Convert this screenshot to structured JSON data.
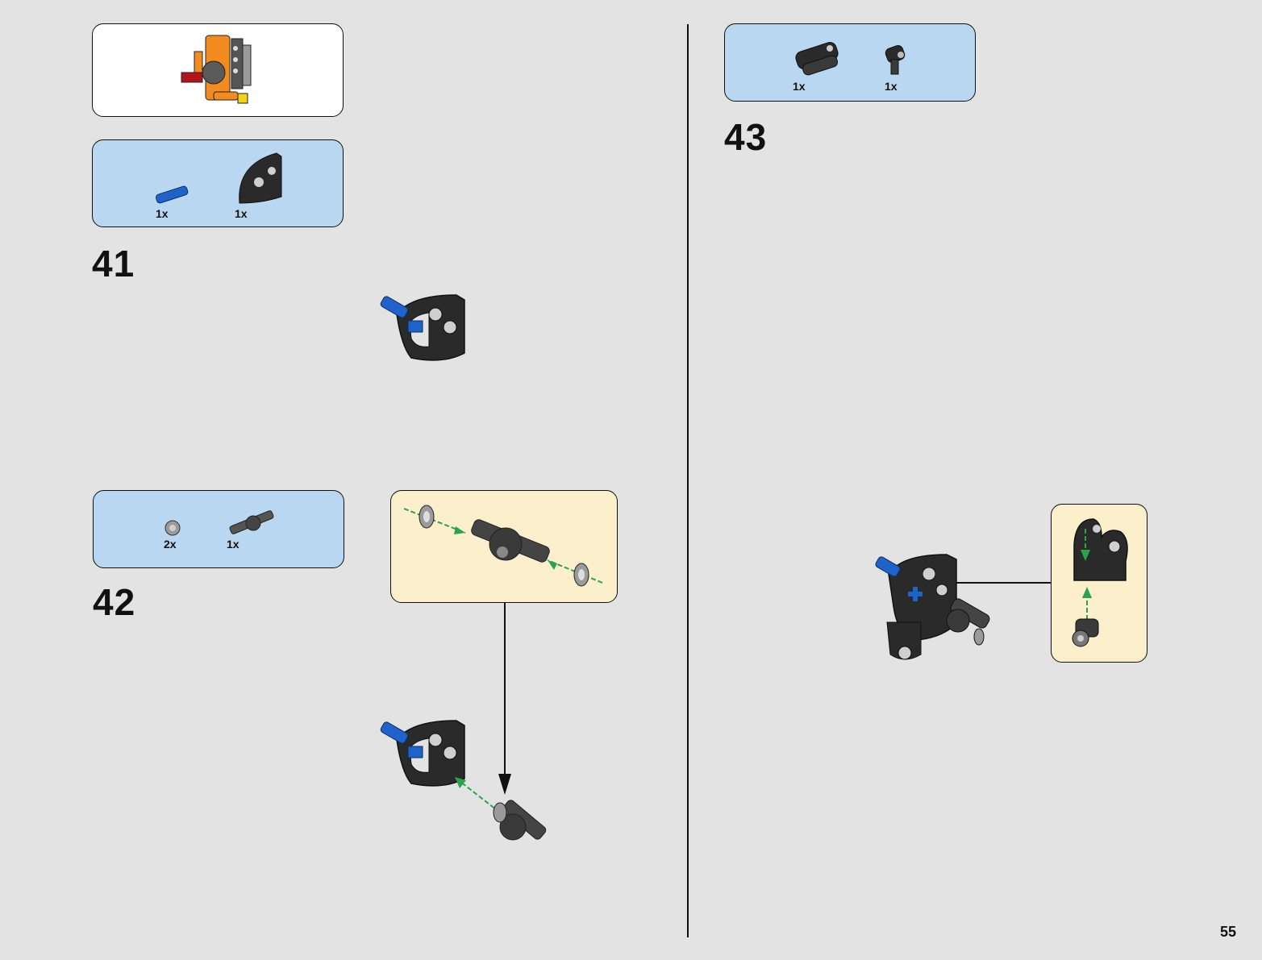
{
  "page": {
    "number": "55"
  },
  "steps": [
    {
      "number": "41",
      "parts": [
        {
          "qty": "1x",
          "part": "blue-axle-pin"
        },
        {
          "qty": "1x",
          "part": "black-panel-plate"
        }
      ]
    },
    {
      "number": "42",
      "parts": [
        {
          "qty": "2x",
          "part": "grey-bush"
        },
        {
          "qty": "1x",
          "part": "dark-grey-axle-connector"
        }
      ]
    },
    {
      "number": "43",
      "parts": [
        {
          "qty": "1x",
          "part": "black-double-beam"
        },
        {
          "qty": "1x",
          "part": "black-axle-pin-connector"
        }
      ]
    }
  ],
  "colors": {
    "background": "#e3e3e3",
    "parts_list": "#b9d7f1",
    "sub_assembly": "#fbefcc",
    "insertion_arrow": "#2aa34a",
    "blue_part": "#1f62c9",
    "orange_part": "#f28c1e",
    "black_part": "#2a2a2a"
  }
}
